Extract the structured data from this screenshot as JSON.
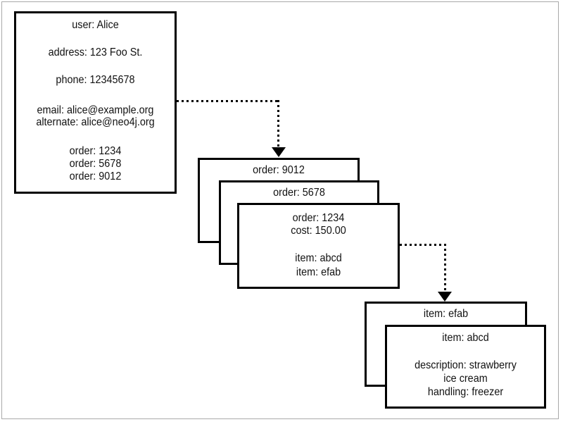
{
  "colors": {
    "ink": "#000000",
    "text": "#111111",
    "paper": "#ffffff",
    "outer_frame": "#a9a9a9"
  },
  "user_card": {
    "user": "user: Alice",
    "address": "address: 123 Foo St.",
    "phone": "phone: 12345678",
    "email": "email: alice@example.org",
    "alternate": "alternate: alice@neo4j.org",
    "order_ref_1": "order: 1234",
    "order_ref_2": "order: 5678",
    "order_ref_3": "order: 9012"
  },
  "order_stack": {
    "back_label": "order: 9012",
    "middle_label": "order: 5678",
    "front": {
      "order": "order: 1234",
      "cost": "cost: 150.00",
      "item_ref_1": "item: abcd",
      "item_ref_2": "item: efab"
    }
  },
  "item_stack": {
    "back_label": "item: efab",
    "front": {
      "item": "item: abcd",
      "description_line_1": "description: strawberry",
      "description_line_2": "ice cream",
      "handling": "handling: freezer"
    }
  }
}
